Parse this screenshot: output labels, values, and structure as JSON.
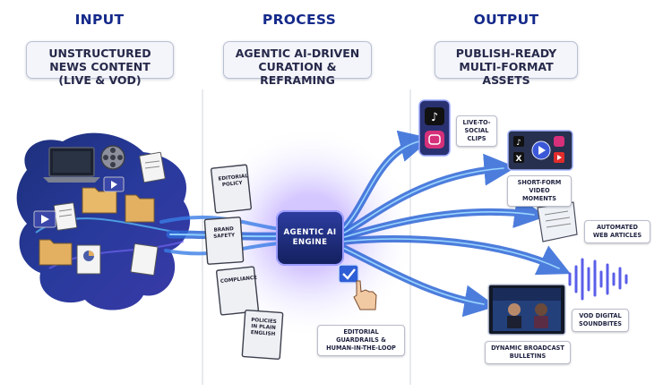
{
  "columns": {
    "input": {
      "title": "INPUT",
      "subtitle": "UNSTRUCTURED NEWS CONTENT (LIVE & VOD)"
    },
    "process": {
      "title": "PROCESS",
      "subtitle": "AGENTIC AI-DRIVEN CURATION & REFRAMING"
    },
    "output": {
      "title": "OUTPUT",
      "subtitle": "PUBLISH-READY MULTI-FORMAT ASSETS"
    }
  },
  "engine": {
    "label": "AGENTIC AI ENGINE"
  },
  "policy_docs": [
    {
      "label": "EDITORIAL POLICY"
    },
    {
      "label": "BRAND SAFETY"
    },
    {
      "label": "COMPLIANCE"
    },
    {
      "label": "POLICIES IN PLAIN ENGLISH"
    }
  ],
  "guardrails": {
    "label": "EDITORIAL GUARDRAILS & HUMAN-IN-THE-LOOP"
  },
  "outputs": [
    {
      "label": "LIVE-TO-SOCIAL CLIPS"
    },
    {
      "label": "SHORT-FORM VIDEO MOMENTS"
    },
    {
      "label": "AUTOMATED WEB ARTICLES"
    },
    {
      "label": "VOD DIGITAL SOUNDBITES"
    },
    {
      "label": "DYNAMIC BROADCAST BULLETINS"
    }
  ],
  "icons": [
    "tiktok-icon",
    "instagram-icon",
    "x-icon",
    "play-icon",
    "youtube-icon",
    "checkbox-icon",
    "hand-pointer-icon",
    "film-reel-icon",
    "folder-icon",
    "document-icon",
    "laptop-icon",
    "chart-icon",
    "scroll-icon",
    "waveform-icon",
    "tv-studio-icon"
  ],
  "colors": {
    "heading": "#14298a",
    "flow": "#3a7de6",
    "engine": "#1f2a78",
    "glow": "#a892ff"
  }
}
